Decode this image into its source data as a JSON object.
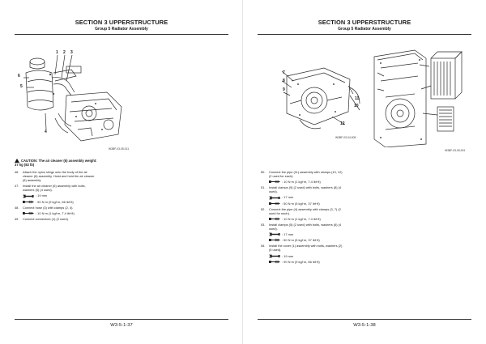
{
  "left_page": {
    "section_title": "SECTION 3 UPPERSTRUCTURE",
    "group_title": "Group 5 Radiator Assembly",
    "figure": {
      "id": "W3BF-03-05-011",
      "callouts": [
        "1",
        "2",
        "3",
        "4",
        "5",
        "6"
      ]
    },
    "caution": {
      "label": "CAUTION:",
      "text_lines": [
        "The air cleaner (6) assembly weight:",
        "37 kg (82 lb)"
      ]
    },
    "steps": [
      {
        "num": "46.",
        "lines": [
          "Attach the nylon slings onto the body of the air",
          "cleaner (6) assembly. Hoist and hold the air cleaner",
          "(6) assembly."
        ],
        "tools": []
      },
      {
        "num": "47.",
        "lines": [
          "Install the air cleaner (6) assembly with bolts,",
          "washers (5) (4 used)."
        ],
        "tools": [
          {
            "icon": "wrench-icon",
            "text": ": 19 mm"
          },
          {
            "icon": "torque-wrench-icon",
            "text": ": 90 N·m (9 kgf·m, 66 lbf·ft)"
          }
        ]
      },
      {
        "num": "48.",
        "lines": [
          "Connect hose (3) with clamps (2, 4)."
        ],
        "tools": [
          {
            "icon": "torque-wrench-icon",
            "text": ": 10 N·m (1 kgf·m, 7.4 lbf·ft)"
          }
        ]
      },
      {
        "num": "49.",
        "lines": [
          "Connect connectors (1) (2 used)."
        ],
        "tools": []
      }
    ],
    "footer": "W3-5-1-37"
  },
  "right_page": {
    "section_title": "SECTION 3 UPPERSTRUCTURE",
    "group_title": "Group 5 Radiator Assembly",
    "figure_a": {
      "id": "W3BF-03-04-005",
      "callouts": [
        "7",
        "8",
        "9",
        "10",
        "11",
        "12"
      ]
    },
    "figure_b": {
      "id": "W3BF-03-05-001"
    },
    "steps": [
      {
        "num": "50.",
        "lines": [
          "Connect the pipe (11) assembly with clamps (10, 12)",
          "(2 used for each)."
        ],
        "tools": [
          {
            "icon": "torque-wrench-icon",
            "text": ": 10 N·m (1 kgf·m, 7.4 lbf·ft)"
          }
        ]
      },
      {
        "num": "51.",
        "lines": [
          "Install clamps (9) (2 used) with bolts, washers (8) (4",
          "used)."
        ],
        "tools": [
          {
            "icon": "wrench-icon",
            "text": ": 17 mm"
          },
          {
            "icon": "torque-wrench-icon",
            "text": ": 50 N·m (5 kgf·m, 37 lbf·ft)"
          }
        ]
      },
      {
        "num": "52.",
        "lines": [
          "Connect the pipe (4) assembly with clamps (3, 7) (2",
          "used for each)."
        ],
        "tools": [
          {
            "icon": "torque-wrench-icon",
            "text": ": 10 N·m (1 kgf·m, 7.4 lbf·ft)"
          }
        ]
      },
      {
        "num": "53.",
        "lines": [
          "Install clamps (5) (2 used) with bolts, washers (6) (4",
          "used)."
        ],
        "tools": [
          {
            "icon": "wrench-icon",
            "text": ": 17 mm"
          },
          {
            "icon": "torque-wrench-icon",
            "text": ": 50 N·m (5 kgf·m, 37 lbf·ft)"
          }
        ]
      },
      {
        "num": "54.",
        "lines": [
          "Install the cover (1) assembly with bolts, washers (2)",
          "(5 used)."
        ],
        "tools": [
          {
            "icon": "wrench-icon",
            "text": ": 19 mm"
          },
          {
            "icon": "torque-wrench-icon",
            "text": ": 90 N·m (9 kgf·m, 66 lbf·ft)"
          }
        ]
      }
    ],
    "footer": "W3-5-1-38"
  }
}
